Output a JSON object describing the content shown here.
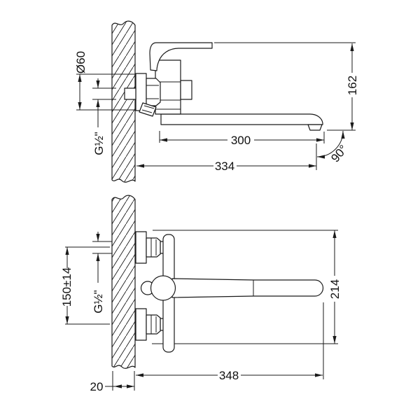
{
  "meta": {
    "drawing_type": "faucet installation dimensional drawing",
    "background_color": "#ffffff",
    "line_color": "#1a1a1a",
    "views": [
      "side elevation (wall section)",
      "plan view (wall section)"
    ]
  },
  "side_view": {
    "dims": {
      "escutcheon_diameter": "Ø60",
      "connection_thread": "G½\"",
      "height": "162",
      "spout_reach": "300",
      "overall_projection": "334",
      "swivel_angle": "90°"
    }
  },
  "plan_view": {
    "dims": {
      "supply_centers": "150±14",
      "connection_thread": "G½\"",
      "overall_depth": "214",
      "overall_projection": "348",
      "wall_thickness": "20"
    }
  }
}
